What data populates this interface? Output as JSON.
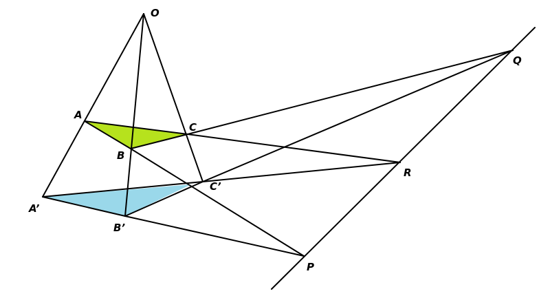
{
  "colors": {
    "triangle_abc_fill": "#b6e21d",
    "triangle_abc_prime_fill": "#9ad8ea",
    "line": "#000000",
    "background": "#ffffff"
  },
  "labels": {
    "O": "O",
    "A": "A",
    "B": "B",
    "C": "C",
    "A_prime": "A’",
    "B_prime": "B’",
    "C_prime": "C’",
    "P": "P",
    "Q": "Q",
    "R": "R"
  }
}
